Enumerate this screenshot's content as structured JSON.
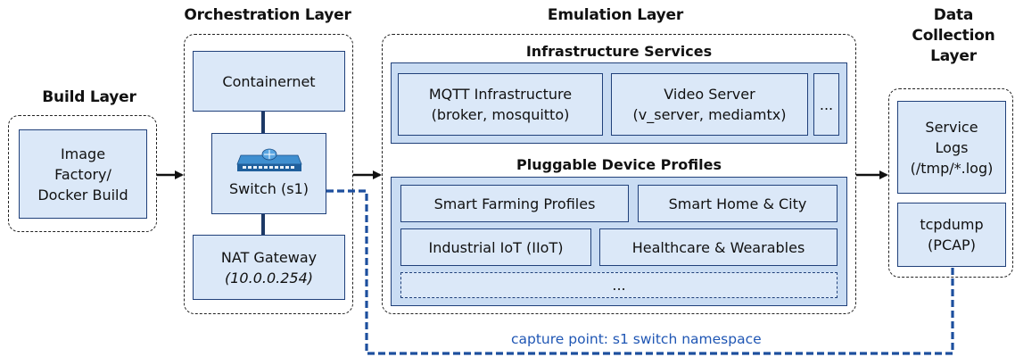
{
  "layers": {
    "build": "Build Layer",
    "orchestration": "Orchestration Layer",
    "emulation": "Emulation Layer",
    "data_collection": [
      "Data",
      "Collection",
      "Layer"
    ]
  },
  "build": {
    "image_factory": [
      "Image",
      "Factory/",
      "Docker Build"
    ]
  },
  "orchestration": {
    "containernet": "Containernet",
    "switch": "Switch (s1)",
    "nat_title": "NAT Gateway",
    "nat_ip": "(10.0.0.254)"
  },
  "emulation": {
    "infra_title": "Infrastructure Services",
    "mqtt": [
      "MQTT Infrastructure",
      "(broker, mosquitto)"
    ],
    "video": [
      "Video Server",
      "(v_server, mediamtx)"
    ],
    "infra_more": "...",
    "profiles_title": "Pluggable Device Profiles",
    "profiles": [
      "Smart Farming Profiles",
      "Smart Home & City",
      "Industrial IoT (IIoT)",
      "Healthcare & Wearables"
    ],
    "profiles_more": "..."
  },
  "data_collection": {
    "service_logs": [
      "Service",
      "Logs",
      "(/tmp/*.log)"
    ],
    "tcpdump": [
      "tcpdump",
      "(PCAP)"
    ]
  },
  "capture_label": "capture point: s1 switch namespace",
  "colors": {
    "box_fill": "#dbe8f8",
    "panel_fill": "#c9dcf3",
    "border": "#20407a",
    "capture_line": "#1d4f9e",
    "capture_text": "#1f56b4"
  }
}
